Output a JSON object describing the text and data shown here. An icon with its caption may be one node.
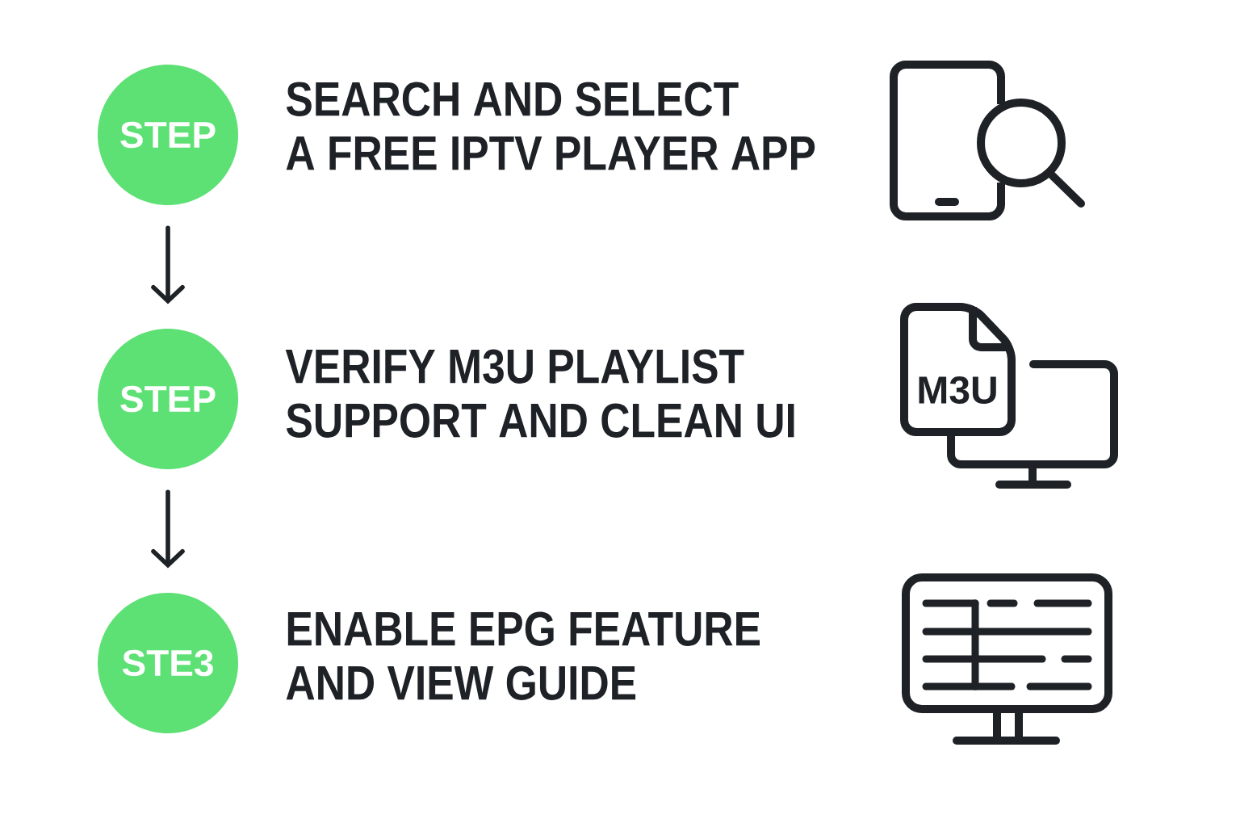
{
  "diagram": {
    "nodes": [
      {
        "text": [
          "STEP"
        ],
        "beside": [
          "SEARCH AND SELECT A FREE IPTV PLAYER APP"
        ]
      },
      {
        "text": [
          "STEP"
        ],
        "beside": [
          "VERIFY M3U PLAYLIST SUPPORT AND CLEAN UI"
        ]
      },
      {
        "text": [
          "STE3"
        ],
        "beside": [
          "ENABLE EPG FEATURE AND VIEW GUIDE"
        ]
      }
    ],
    "edges": [
      {
        "from": 0,
        "to": 1,
        "arrow": "to"
      },
      {
        "from": 1,
        "to": 2,
        "arrow": "to"
      }
    ],
    "labels": [
      "M3U"
    ]
  }
}
